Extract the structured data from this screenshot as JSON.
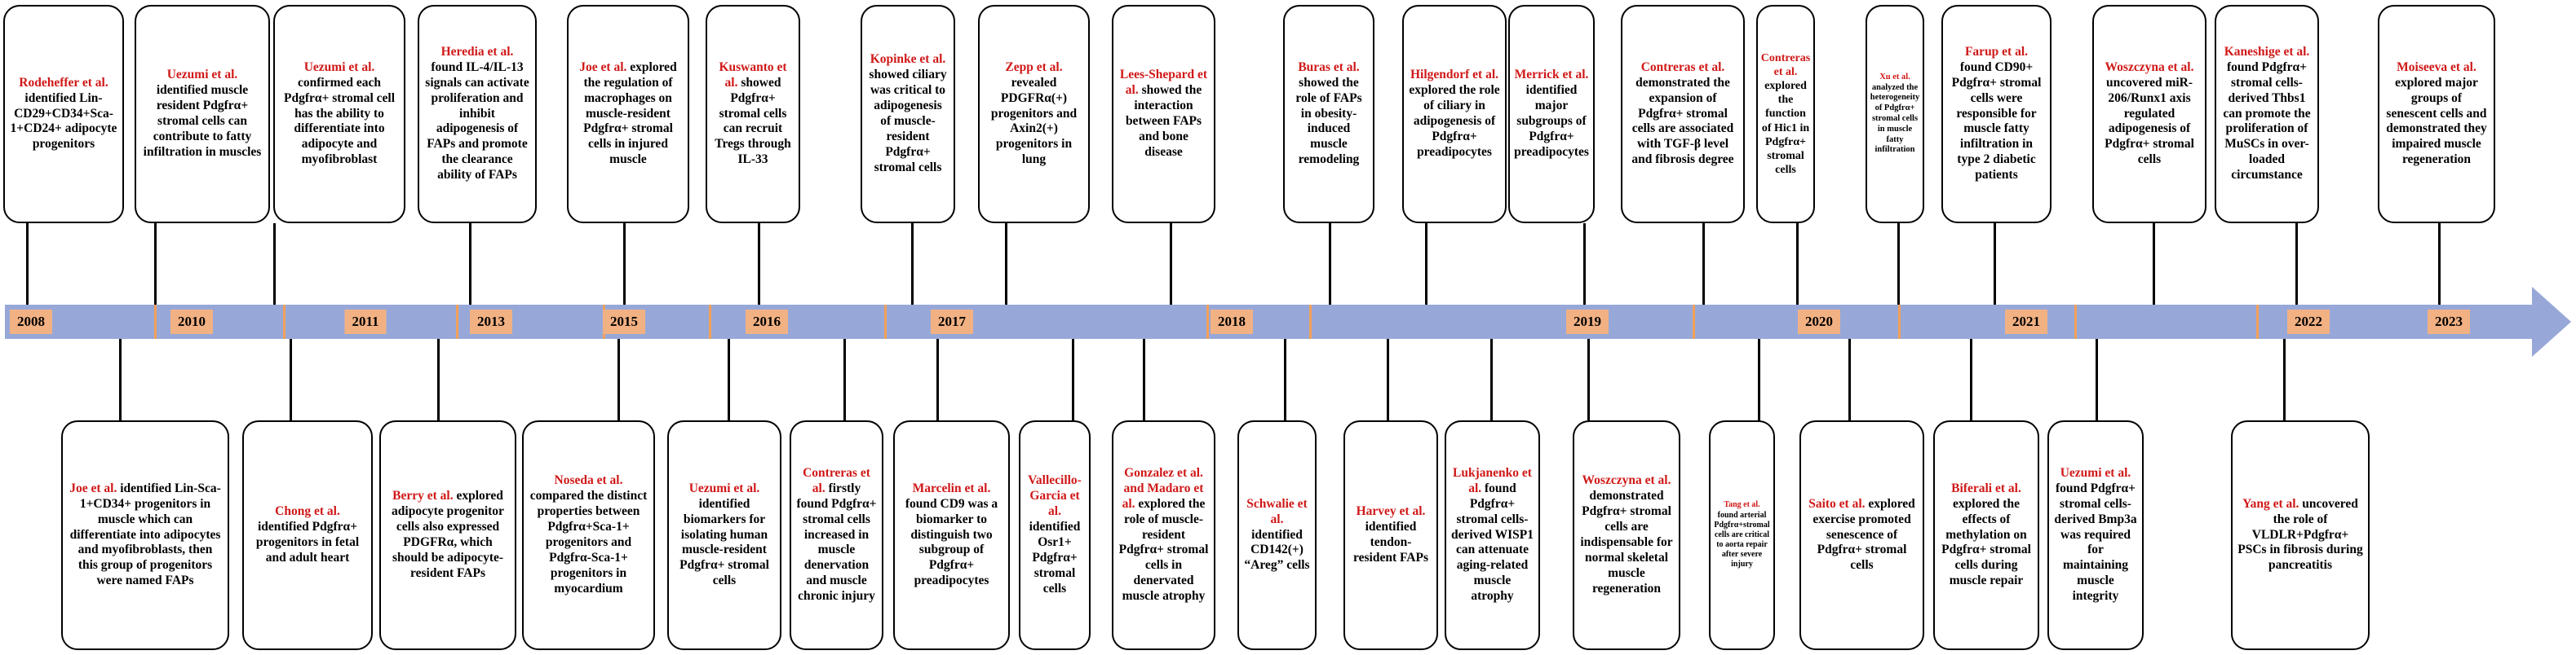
{
  "axis": {
    "years": [
      "2008",
      "2010",
      "2011",
      "2013",
      "2015",
      "2016",
      "2017",
      "2018",
      "2019",
      "2020",
      "2021",
      "2022",
      "2023"
    ]
  },
  "colors": {
    "axis": "#97a8d8",
    "year_tag": "#f2b183",
    "author": "#d01818",
    "text": "#000000"
  },
  "events": [
    {
      "pos": "top",
      "author": "Rodeheffer et al.",
      "text": "identified Lin-CD29+CD34+Sca-1+CD24+ adipocyte progenitors"
    },
    {
      "pos": "top",
      "author": "Uezumi et al.",
      "text": "identified muscle resident Pdgfrα+ stromal cells can contribute to fatty infiltration in muscles"
    },
    {
      "pos": "top",
      "author": "Uezumi et al.",
      "text": "confirmed each Pdgfrα+ stromal cell has the ability to differentiate into adipocyte and myofibroblast"
    },
    {
      "pos": "top",
      "author": "Heredia et al.",
      "text": "found IL-4/IL-13 signals can activate proliferation and inhibit adipogenesis of FAPs and promote the clearance ability of FAPs"
    },
    {
      "pos": "top",
      "author": "Joe et al.",
      "text": "explored the regulation of macrophages on muscle-resident Pdgfrα+ stromal cells in injured muscle"
    },
    {
      "pos": "top",
      "author": "Kuswanto et al.",
      "text": "showed Pdgfrα+ stromal cells can recruit Tregs through IL-33"
    },
    {
      "pos": "top",
      "author": "Kopinke et al.",
      "text": "showed ciliary was critical to adipogenesis of muscle-resident Pdgfrα+ stromal cells"
    },
    {
      "pos": "top",
      "author": "Zepp et al.",
      "text": "revealed PDGFRα(+) progenitors and Axin2(+) progenitors in lung"
    },
    {
      "pos": "top",
      "author": "Lees-Shepard et al.",
      "text": "showed the interaction between FAPs and bone disease"
    },
    {
      "pos": "top",
      "author": "Buras et al.",
      "text": "showed the role of FAPs in obesity-induced muscle remodeling"
    },
    {
      "pos": "top",
      "author": "Hilgendorf et al.",
      "text": "explored the role of ciliary in adipogenesis of Pdgfrα+ preadipocytes"
    },
    {
      "pos": "top",
      "author": "Merrick et al.",
      "text": "identified major subgroups of Pdgfrα+ preadipocytes"
    },
    {
      "pos": "top",
      "author": "Contreras et al.",
      "text": "demonstrated the expansion of Pdgfrα+ stromal cells are associated with TGF-β level and fibrosis degree"
    },
    {
      "pos": "top",
      "author": "Contreras et al.",
      "text": "explored the function of Hic1 in Pdgfrα+ stromal cells"
    },
    {
      "pos": "top",
      "author": "Xu et al.",
      "text": "analyzed the heterogeneity of Pdgfrα+ stromal cells in muscle fatty infiltration"
    },
    {
      "pos": "top",
      "author": "Farup et al.",
      "text": "found CD90+ Pdgfrα+ stromal cells were responsible for muscle fatty infiltration in type 2 diabetic patients"
    },
    {
      "pos": "top",
      "author": "Woszczyna et al.",
      "text": "uncovered miR-206/Runx1 axis regulated adipogenesis of Pdgfrα+ stromal cells"
    },
    {
      "pos": "top",
      "author": "Kaneshige et al.",
      "text": "found Pdgfrα+ stromal cells-derived Thbs1 can promote the proliferation of MuSCs in over-loaded circumstance"
    },
    {
      "pos": "top",
      "author": "Moiseeva et al.",
      "text": "explored major groups of senescent cells and demonstrated they impaired muscle regeneration"
    },
    {
      "pos": "bottom",
      "author": "Joe et al.",
      "text": "identified Lin-Sca-1+CD34+ progenitors in muscle which can differentiate into adipocytes and myofibroblasts, then this group of progenitors were named FAPs"
    },
    {
      "pos": "bottom",
      "author": "Chong et al.",
      "text": "identified Pdgfrα+ progenitors in fetal and adult heart"
    },
    {
      "pos": "bottom",
      "author": "Berry et al.",
      "text": "explored adipocyte progenitor cells also expressed PDGFRα, which should be adipocyte-resident FAPs"
    },
    {
      "pos": "bottom",
      "author": "Noseda et al.",
      "text": "compared the distinct properties between Pdgfrα+Sca-1+ progenitors and Pdgfrα-Sca-1+ progenitors in myocardium"
    },
    {
      "pos": "bottom",
      "author": "Uezumi et al.",
      "text": "identified biomarkers for isolating human muscle-resident Pdgfrα+ stromal cells"
    },
    {
      "pos": "bottom",
      "author": "Contreras et al.",
      "text": "firstly found Pdgfrα+ stromal cells increased in muscle denervation and muscle chronic injury"
    },
    {
      "pos": "bottom",
      "author": "Marcelin et al.",
      "text": "found CD9 was a biomarker to distinguish two subgroup of Pdgfrα+ preadipocytes"
    },
    {
      "pos": "bottom",
      "author": "Vallecillo-Garcia et al.",
      "text": "identified Osr1+ Pdgfrα+ stromal cells"
    },
    {
      "pos": "bottom",
      "author": "Gonzalez et al. and Madaro et al.",
      "text": "explored the role of muscle-resident Pdgfrα+ stromal cells in denervated muscle atrophy"
    },
    {
      "pos": "bottom",
      "author": "Schwalie et al.",
      "text": "identified CD142(+) “Areg” cells"
    },
    {
      "pos": "bottom",
      "author": "Harvey et al.",
      "text": "identified tendon-resident FAPs"
    },
    {
      "pos": "bottom",
      "author": "Lukjanenko et al.",
      "text": "found Pdgfrα+ stromal cells-derived WISP1 can attenuate aging-related muscle atrophy"
    },
    {
      "pos": "bottom",
      "author": "Woszczyna et al.",
      "text": "demonstrated Pdgfrα+ stromal cells are indispensable for normal skeletal muscle regeneration"
    },
    {
      "pos": "bottom",
      "author": "Tang et al.",
      "text": "found arterial Pdgfrα+stromal cells are critical to aorta repair after severe injury"
    },
    {
      "pos": "bottom",
      "author": "Saito et al.",
      "text": "explored exercise promoted senescence of Pdgfrα+ stromal cells"
    },
    {
      "pos": "bottom",
      "author": "Biferali et al.",
      "text": "explored the effects of methylation on Pdgfrα+ stromal cells during muscle repair"
    },
    {
      "pos": "bottom",
      "author": "Uezumi et al.",
      "text": "found Pdgfrα+ stromal cells-derived Bmp3a was required for maintaining muscle integrity"
    },
    {
      "pos": "bottom",
      "author": "Yang et al.",
      "text": "uncovered the role of VLDLR+Pdgfrα+ PSCs in fibrosis during pancreatitis"
    }
  ]
}
